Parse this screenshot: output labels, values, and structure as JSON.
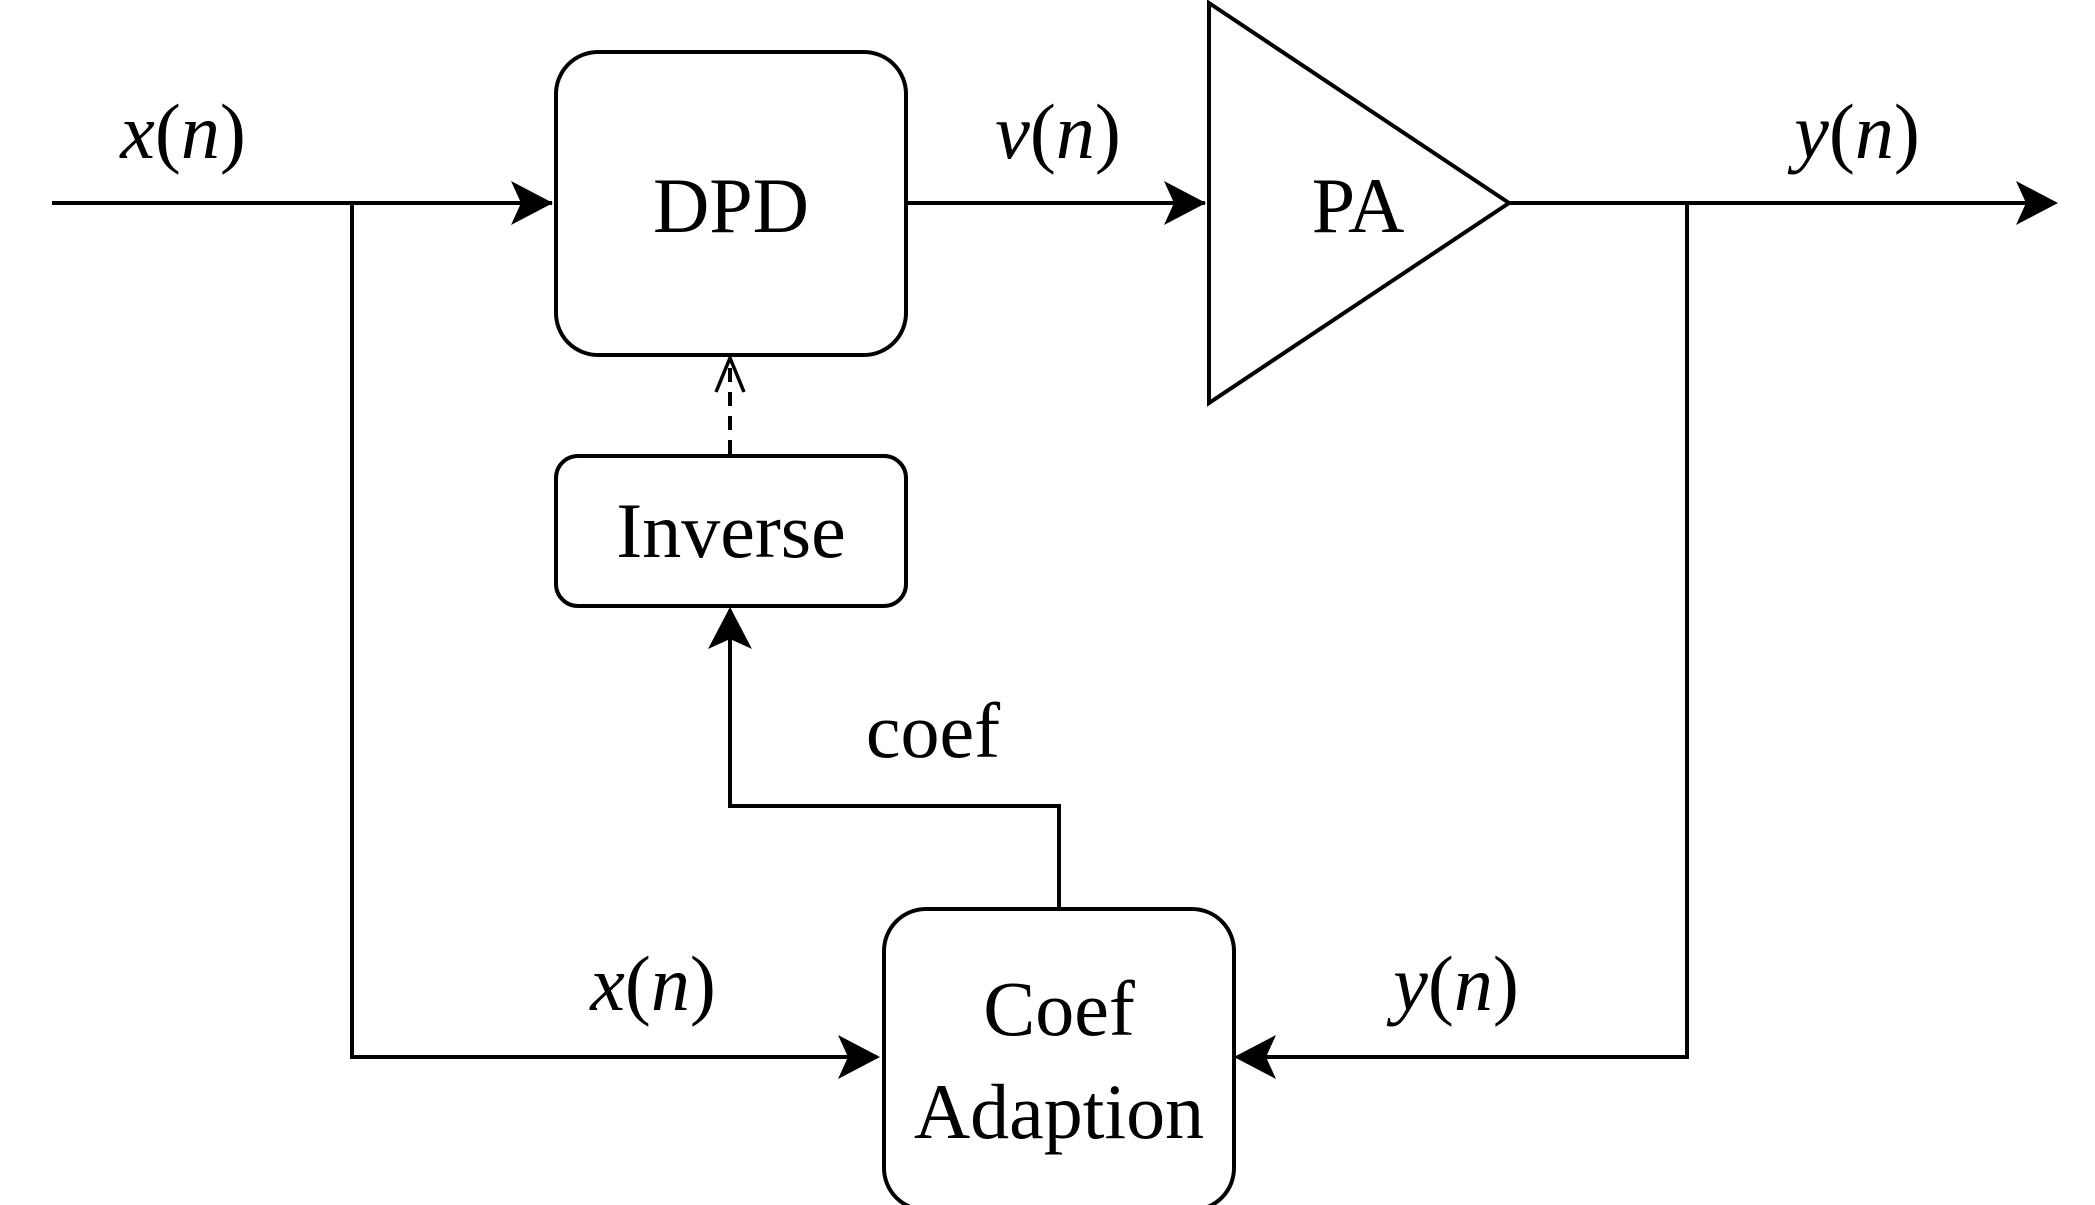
{
  "blocks": {
    "dpd": "DPD",
    "pa": "PA",
    "inverse": "Inverse",
    "coef_adaption_line1": "Coef",
    "coef_adaption_line2": "Adaption"
  },
  "signals": {
    "input": {
      "var": "x",
      "open": "(",
      "arg": "n",
      "close": ")"
    },
    "predistorted": {
      "var": "v",
      "open": "(",
      "arg": "n",
      "close": ")"
    },
    "output": {
      "var": "y",
      "open": "(",
      "arg": "n",
      "close": ")"
    },
    "feedback_input": {
      "var": "x",
      "open": "(",
      "arg": "n",
      "close": ")"
    },
    "feedback_output": {
      "var": "y",
      "open": "(",
      "arg": "n",
      "close": ")"
    }
  },
  "labels": {
    "coef": "coef"
  }
}
